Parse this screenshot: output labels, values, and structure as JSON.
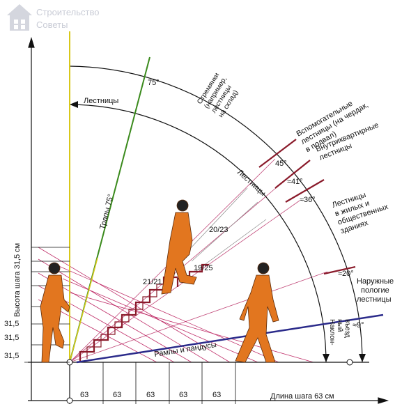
{
  "watermark": {
    "line1": "Строительство",
    "line2": "Советы"
  },
  "axes": {
    "y_label": "Высота шага 31,5 см",
    "x_label": "Длина шага 63 см",
    "y_ticks": [
      "31,5",
      "31,5",
      "31,5"
    ],
    "x_ticks": [
      "63",
      "63",
      "63",
      "63",
      "63"
    ]
  },
  "labels": {
    "ladders_top": "Лестницы",
    "ladders_arc": "Лестницы",
    "stepladder": [
      "Стремянки",
      "(например,",
      "лестницы",
      "на склад)"
    ],
    "trap": "Трапы 75°",
    "ramps": "Рампы и пандусы",
    "aux": [
      "Вспомогательные",
      "лестницы (на чердак,",
      "в подвал)"
    ],
    "inner": [
      "Внутриквартирные",
      "лестницы"
    ],
    "public": [
      "Лестницы",
      "в жилых и",
      "общественных",
      "зданиях"
    ],
    "outdoor": [
      "Наружные",
      "пологие",
      "лестницы"
    ],
    "incline": [
      "Наклон-",
      "ный",
      "въезд"
    ]
  },
  "angles": {
    "a75": "75°",
    "a45": "45°",
    "a41": "≈41°",
    "a36": "≈36°",
    "a20": "≈20°",
    "a9": "≈9°"
  },
  "ratios": {
    "r21": "21/21",
    "r20": "20/23",
    "r19": "19/25"
  },
  "colors": {
    "axis": "#111111",
    "green": "#3a8a1c",
    "yellow": "#d8c81a",
    "maroon": "#8a1a2a",
    "pink": "#b0306a",
    "blue": "#2a2a8a",
    "figure": "#e2761f"
  }
}
